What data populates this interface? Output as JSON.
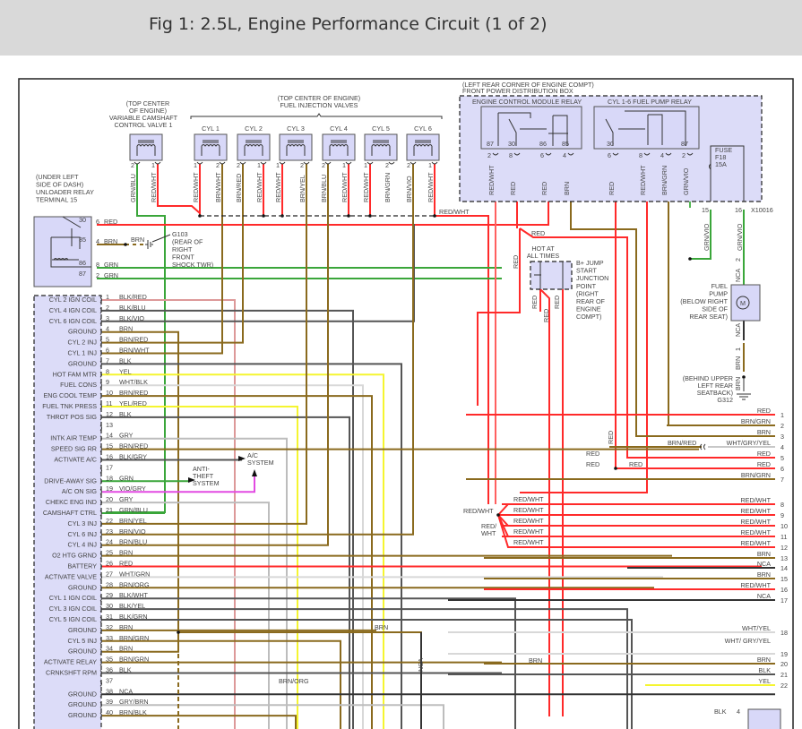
{
  "title": "Fig 1: 2.5L, Engine Performance Circuit (1 of 2)",
  "wire_colors": {
    "RED": "#ff2a2a",
    "BLK": "#555555",
    "BLU": "#6a7fd8",
    "VIO": "#e24be2",
    "BRN": "#8a6a1e",
    "WHT": "#d8d8d8",
    "YEL": "#f5f530",
    "GRN": "#3aa63a",
    "GRY": "#bdbdbd",
    "ORG": "#e38b34",
    "NCA": "#333333"
  },
  "camshaft_valve": {
    "location": [
      "(TOP CENTER",
      "OF ENGINE)"
    ],
    "name": [
      "VARIABLE CAMSHAFT",
      "CONTROL VALVE 1"
    ],
    "pins": [
      {
        "n": "2",
        "wire": "GRN/BLU"
      },
      {
        "n": "1",
        "wire": "RED/WHT"
      }
    ]
  },
  "injectors": {
    "location": "(TOP CENTER OF ENGINE)",
    "name": "FUEL INJECTION VALVES",
    "items": [
      {
        "label": "CYL 1",
        "pins": [
          {
            "n": "1",
            "wire": "RED/WHT"
          },
          {
            "n": "2",
            "wire": "BRN/WHT"
          }
        ]
      },
      {
        "label": "CYL 2",
        "pins": [
          {
            "n": "2",
            "wire": "BRN/RED"
          },
          {
            "n": "1",
            "wire": "RED/WHT"
          }
        ]
      },
      {
        "label": "CYL 3",
        "pins": [
          {
            "n": "1",
            "wire": "RED/WHT"
          },
          {
            "n": "2",
            "wire": "BRN/YEL"
          }
        ]
      },
      {
        "label": "CYL 4",
        "pins": [
          {
            "n": "2",
            "wire": "BRN/BLU"
          },
          {
            "n": "1",
            "wire": "RED/WHT"
          }
        ]
      },
      {
        "label": "CYL 5",
        "pins": [
          {
            "n": "1",
            "wire": "RED/WHT"
          },
          {
            "n": "2",
            "wire": "BRN/GRN"
          }
        ]
      },
      {
        "label": "CYL 6",
        "pins": [
          {
            "n": "2",
            "wire": "BRN/VIO"
          },
          {
            "n": "1",
            "wire": "RED/WHT"
          }
        ]
      }
    ],
    "bus_label": "RED/WHT"
  },
  "unloader_relay": {
    "label": [
      "(UNDER LEFT",
      "SIDE OF DASH)",
      "UNLOADER RELAY",
      "TERMINAL 15"
    ],
    "pins": [
      {
        "term": "30",
        "n": "6",
        "wire": "RED"
      },
      {
        "term": "85",
        "n": "4",
        "wire": "BRN"
      },
      {
        "term": "86",
        "n": "8",
        "wire": "GRN"
      },
      {
        "term": "87",
        "n": "2",
        "wire": "GRN"
      }
    ],
    "ground_wire": "BRN",
    "ground": [
      "G103",
      "(REAR OF",
      "RIGHT",
      "FRONT",
      "SHOCK TWR)"
    ]
  },
  "power_box": {
    "location": "(LEFT REAR CORNER OF ENGINE COMPT)",
    "name": "FRONT POWER DISTRIBUTION BOX",
    "ecm_relay": {
      "name": "ENGINE CONTROL MODULE RELAY",
      "pins": [
        {
          "term": "87",
          "n": "2",
          "wire": "RED/WHT"
        },
        {
          "term": "30",
          "n": "8",
          "wire": "RED"
        },
        {
          "term": "86",
          "n": "6",
          "wire": "RED"
        },
        {
          "term": "85",
          "n": "4",
          "wire": "BRN"
        }
      ]
    },
    "pump_relay": {
      "name": "CYL 1-6 FUEL PUMP RELAY",
      "pins": [
        {
          "term": "30",
          "n": "6",
          "wire": "RED"
        },
        {
          "term": "",
          "n": "8",
          "wire": "RED/WHT"
        },
        {
          "term": "",
          "n": "4",
          "wire": "BRN/GRN"
        },
        {
          "term": "87",
          "n": "2",
          "wire": "GRN/VIO"
        }
      ]
    },
    "fuse": [
      "FUSE",
      "F18",
      "15A"
    ],
    "connector": "X10016",
    "conn_pins": [
      {
        "n": "15",
        "wire": "GRN/VIO"
      },
      {
        "n": "16",
        "wire": "GRN/VIO"
      }
    ]
  },
  "junction": {
    "hot": [
      "HOT AT",
      "ALL TIMES"
    ],
    "label": [
      "B+ JUMP",
      "START",
      "JUNCTION",
      "POINT",
      "(RIGHT",
      "REAR OF",
      "ENGINE",
      "COMPT)"
    ],
    "wires": [
      "RED",
      "RED",
      "RED"
    ],
    "red_label": "RED",
    "red_left": "RED"
  },
  "fuel_pump": {
    "label": [
      "FUEL",
      "PUMP",
      "(BELOW RIGHT",
      "SIDE OF",
      "REAR SEAT)"
    ],
    "motor": "M",
    "pin_top": "2",
    "pin_bot": "1",
    "wire_top": "NCA",
    "wire_bot": "NCA",
    "ground_wire": "BRN",
    "ground_wire2": "BRN",
    "ground": [
      "(BEHIND UPPER",
      "LEFT REAR",
      "SEATBACK)",
      "G312"
    ]
  },
  "anti_theft": [
    "ANTI-",
    "THEFT",
    "SYSTEM"
  ],
  "ac_system": [
    "A/C",
    "SYSTEM"
  ],
  "ecm_pins": [
    {
      "n": "1",
      "name": "CYL 2 IGN COIL",
      "wire": "BLK/RED"
    },
    {
      "n": "2",
      "name": "CYL 4 IGN COIL",
      "wire": "BLK/BLU"
    },
    {
      "n": "3",
      "name": "CYL 6 IGN COIL",
      "wire": "BLK/VIO"
    },
    {
      "n": "4",
      "name": "GROUND",
      "wire": "BRN"
    },
    {
      "n": "5",
      "name": "CYL 2 INJ",
      "wire": "BRN/RED"
    },
    {
      "n": "6",
      "name": "CYL 1 INJ",
      "wire": "BRN/WHT"
    },
    {
      "n": "7",
      "name": "GROUND",
      "wire": "BLK"
    },
    {
      "n": "8",
      "name": "HOT FAM MTR",
      "wire": "YEL"
    },
    {
      "n": "9",
      "name": "FUEL CONS",
      "wire": "WHT/BLK"
    },
    {
      "n": "10",
      "name": "ENG COOL TEMP",
      "wire": "BRN/RED"
    },
    {
      "n": "11",
      "name": "FUEL TNK PRESS",
      "wire": "YEL/RED"
    },
    {
      "n": "12",
      "name": "THROT POS SIG",
      "wire": "BLK"
    },
    {
      "n": "13",
      "name": "",
      "wire": ""
    },
    {
      "n": "14",
      "name": "INTK AIR TEMP",
      "wire": "GRY"
    },
    {
      "n": "15",
      "name": "SPEED SIG RR",
      "wire": "BRN/RED"
    },
    {
      "n": "16",
      "name": "ACTIVATE A/C",
      "wire": "BLK/GRY"
    },
    {
      "n": "17",
      "name": "",
      "wire": ""
    },
    {
      "n": "18",
      "name": "DRIVE-AWAY SIG",
      "wire": "GRN"
    },
    {
      "n": "19",
      "name": "A/C ON SIG",
      "wire": "VIO/GRY"
    },
    {
      "n": "20",
      "name": "CHEKC ENG IND",
      "wire": "GRY"
    },
    {
      "n": "21",
      "name": "CAMSHAFT CTRL",
      "wire": "GRN/BLU"
    },
    {
      "n": "22",
      "name": "CYL 3 INJ",
      "wire": "BRN/YEL"
    },
    {
      "n": "23",
      "name": "CYL 6 INJ",
      "wire": "BRN/VIO"
    },
    {
      "n": "24",
      "name": "CYL 4 INJ",
      "wire": "BRN/BLU"
    },
    {
      "n": "25",
      "name": "O2 HTG GRND",
      "wire": "BRN"
    },
    {
      "n": "26",
      "name": "BATTERY",
      "wire": "RED"
    },
    {
      "n": "27",
      "name": "ACTIVATE VALVE",
      "wire": "WHT/GRN"
    },
    {
      "n": "28",
      "name": "GROUND",
      "wire": "BRN/ORG"
    },
    {
      "n": "29",
      "name": "CYL 1 IGN COIL",
      "wire": "BLK/WHT"
    },
    {
      "n": "30",
      "name": "CYL 3 IGN COIL",
      "wire": "BLK/YEL"
    },
    {
      "n": "31",
      "name": "CYL 5 IGN COIL",
      "wire": "BLK/GRN"
    },
    {
      "n": "32",
      "name": "GROUND",
      "wire": "BRN"
    },
    {
      "n": "33",
      "name": "CYL 5 INJ",
      "wire": "BRN/GRN"
    },
    {
      "n": "34",
      "name": "GROUND",
      "wire": "BRN"
    },
    {
      "n": "35",
      "name": "ACTIVATE RELAY",
      "wire": "BRN/GRN"
    },
    {
      "n": "36",
      "name": "CRNKSHFT RPM",
      "wire": "BLK"
    },
    {
      "n": "37",
      "name": "",
      "wire": ""
    },
    {
      "n": "38",
      "name": "GROUND",
      "wire": "NCA"
    },
    {
      "n": "39",
      "name": "GROUND",
      "wire": "GRY/BRN"
    },
    {
      "n": "40",
      "name": "GROUND",
      "wire": "BRN/BLK"
    }
  ],
  "right_pins": [
    {
      "n": "1",
      "wire": "RED"
    },
    {
      "n": "2",
      "wire": "BRN/GRN"
    },
    {
      "n": "3",
      "wire": "BRN"
    },
    {
      "n": "4",
      "wire": "WHT/GRY/YEL"
    },
    {
      "n": "5",
      "wire": "RED"
    },
    {
      "n": "6",
      "wire": "RED"
    },
    {
      "n": "7",
      "wire": "BRN/GRN"
    },
    {
      "n": "8",
      "wire": "RED/WHT"
    },
    {
      "n": "9",
      "wire": "RED/WHT"
    },
    {
      "n": "10",
      "wire": "RED/WHT"
    },
    {
      "n": "11",
      "wire": "RED/WHT"
    },
    {
      "n": "12",
      "wire": "RED/WHT"
    },
    {
      "n": "13",
      "wire": "BRN"
    },
    {
      "n": "14",
      "wire": "NCA"
    },
    {
      "n": "15",
      "wire": "BRN"
    },
    {
      "n": "16",
      "wire": "RED/WHT"
    },
    {
      "n": "17",
      "wire": "NCA"
    },
    {
      "n": "18",
      "wire": "WHT/YEL"
    },
    {
      "n": "19",
      "wire": "WHT/ GRY/YEL"
    },
    {
      "n": "20",
      "wire": "BRN"
    },
    {
      "n": "21",
      "wire": "BLK"
    },
    {
      "n": "22",
      "wire": "YEL"
    }
  ],
  "mid_labels": {
    "brn_red": "BRN/RED",
    "red_a": "RED",
    "red_b": "RED",
    "red_c": "RED",
    "red_vert": "RED",
    "red_wht_splice": [
      "RED/WHT",
      "RED/WHT",
      "RED/WHT",
      "RED/WHT",
      "RED/WHT"
    ],
    "red_wht_left": "RED/WHT",
    "red_wht_below": [
      "RED/",
      "WHT"
    ],
    "brn_32": "BRN",
    "brn_mid": "BRN",
    "nca_vert": "NCA",
    "brn_org": "BRN/ORG",
    "blk_bottom": "BLK",
    "blk_bottom_pin": "4"
  }
}
